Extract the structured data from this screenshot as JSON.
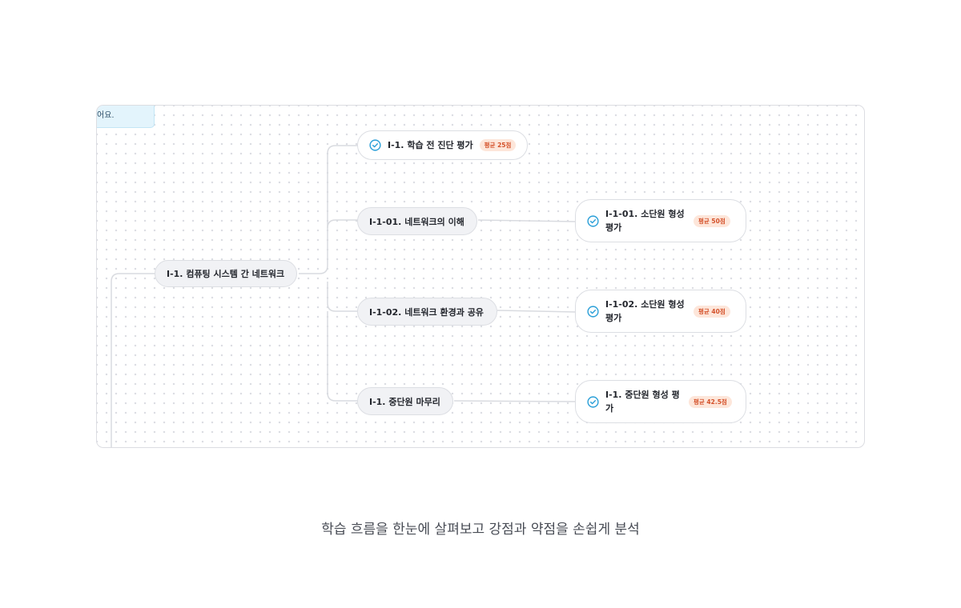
{
  "tip": {
    "text": "어요."
  },
  "root": {
    "label": "I-1. 컴퓨팅 시스템 간 네트워크"
  },
  "diagnostic": {
    "label": "I-1. 학습 전 진단 평가",
    "badge": "평균 25점"
  },
  "units": [
    {
      "label": "I-1-01. 네트워크의 이해",
      "eval": {
        "label": "I-1-01. 소단원 형성 평가",
        "badge": "평균 50점"
      }
    },
    {
      "label": "I-1-02. 네트워크 환경과 공유",
      "eval": {
        "label": "I-1-02. 소단원 형성 평가",
        "badge": "평균 40점"
      }
    },
    {
      "label": "I-1. 중단원 마무리",
      "eval": {
        "label": "I-1. 중단원 형성 평가",
        "badge": "평균 42.5점"
      }
    }
  ],
  "caption": "학습 흐름을 한눈에 살펴보고 강점과 약점을 손쉽게 분석",
  "colors": {
    "check": "#2a9fd8",
    "badge_bg": "#fde6da",
    "badge_text": "#d4512a",
    "node_border": "#dcdee3",
    "canvas_border": "#dcdde2"
  }
}
